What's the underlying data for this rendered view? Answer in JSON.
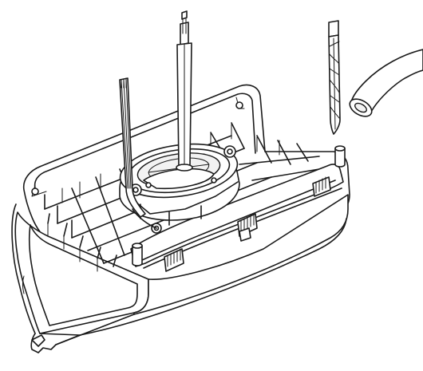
{
  "figure": {
    "kind": "technical-line-drawing",
    "subject": "open-housing-with-cable-gland",
    "components": [
      {
        "name": "housing-base",
        "icon": "enclosure-shape"
      },
      {
        "name": "rod",
        "icon": "rod-shape"
      },
      {
        "name": "cable-wires",
        "icon": "wire-bundle-shape"
      },
      {
        "name": "drill-bit",
        "icon": "drill-bit-shape"
      },
      {
        "name": "tube",
        "icon": "tube-shape"
      },
      {
        "name": "gland-plate",
        "icon": "round-plate-shape"
      }
    ],
    "colors": {
      "stroke": "#1a1a1a",
      "fill": "#ffffff",
      "shade": "#f2f2f2"
    }
  }
}
